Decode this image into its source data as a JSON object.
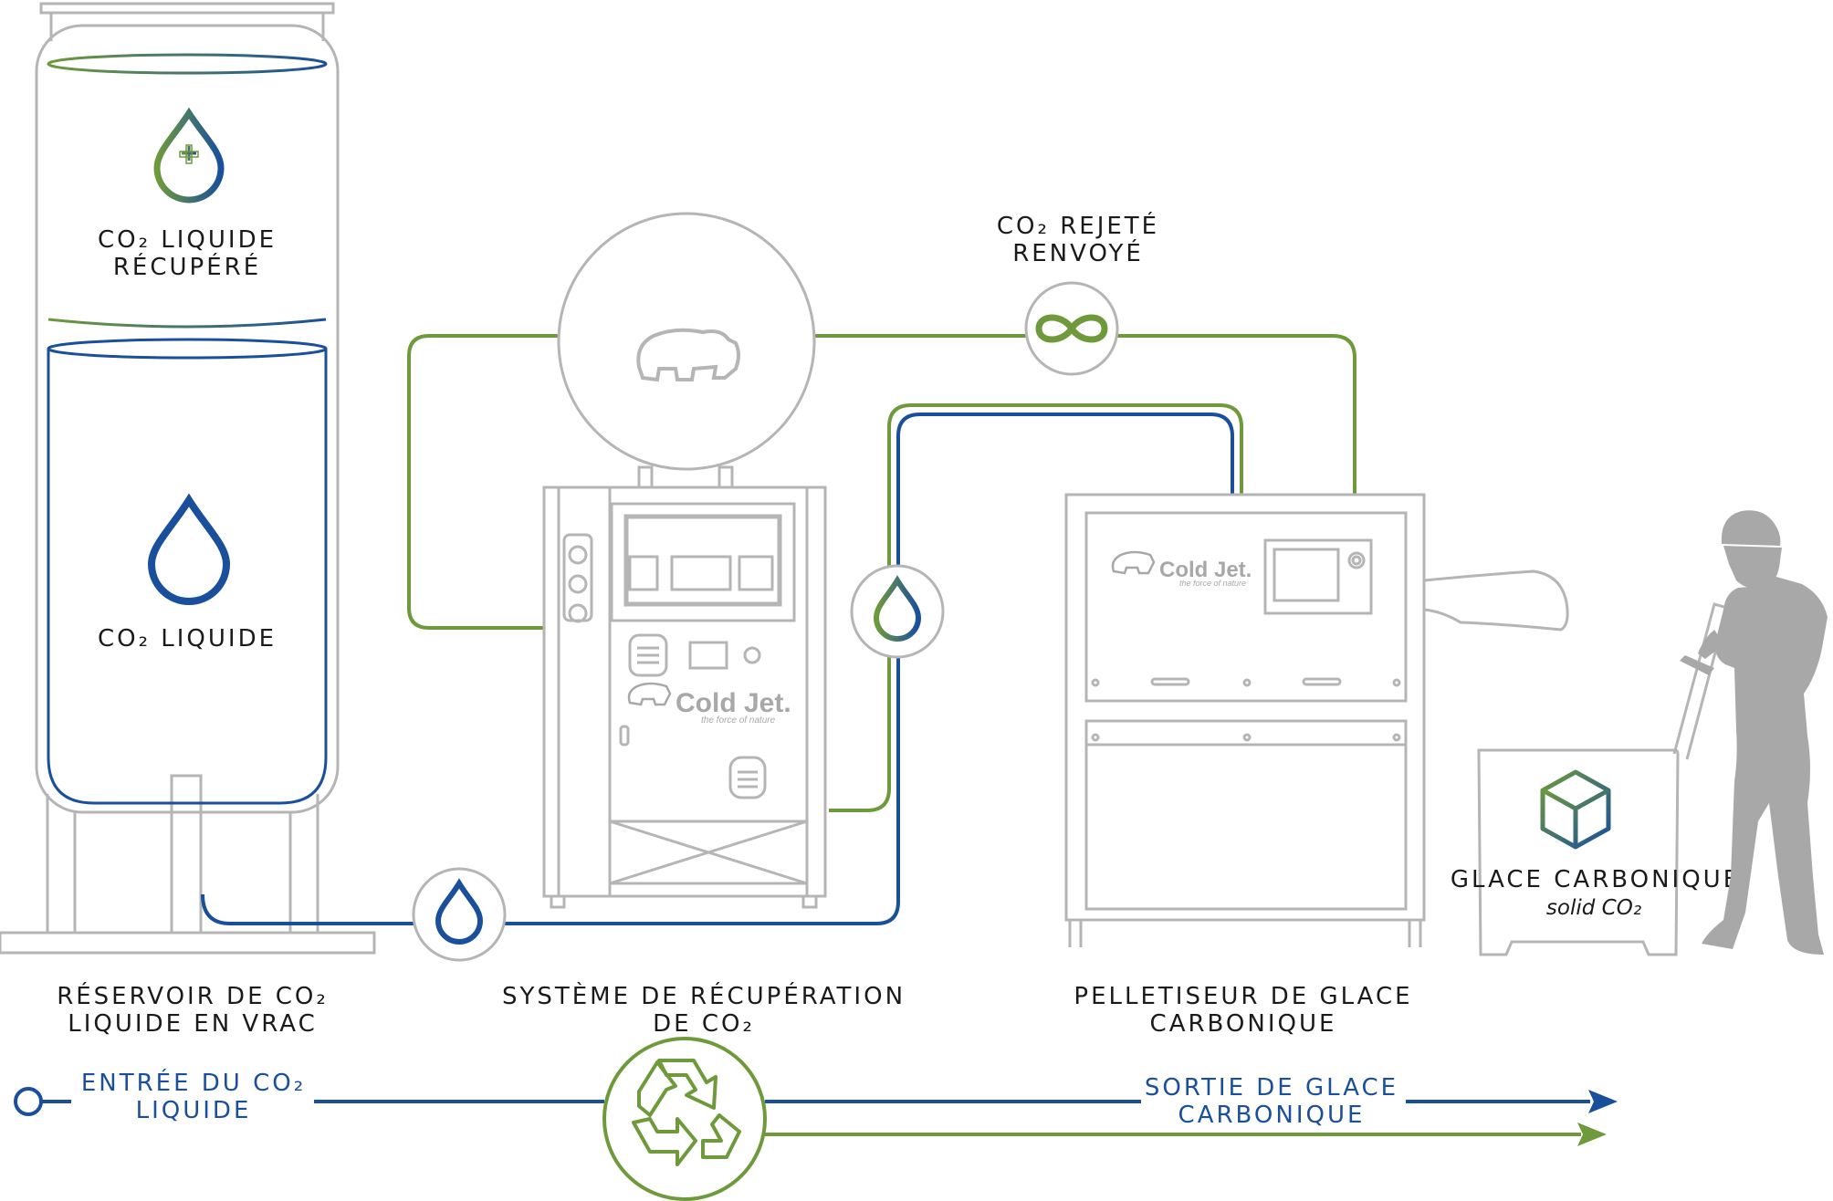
{
  "labels": {
    "recovered_liquid": [
      "CO₂ LIQUIDE",
      "RÉCUPÉRÉ"
    ],
    "liquid": "CO₂ LIQUIDE",
    "rejected_returned": [
      "CO₂ REJETÉ",
      "RENVOYÉ"
    ],
    "bulk_tank": [
      "RÉSERVOIR DE CO₂",
      "LIQUIDE EN VRAC"
    ],
    "recovery_system": [
      "SYSTÈME DE RÉCUPÉRATION",
      "DE CO₂"
    ],
    "pelletizer": [
      "PELLETISEUR DE GLACE",
      "CARBONIQUE"
    ],
    "dry_ice": "GLACE CARBONIQUE",
    "dry_ice_sub": "solid CO₂",
    "input": [
      "ENTRÉE DU CO₂",
      "LIQUIDE"
    ],
    "output": [
      "SORTIE  DE GLACE",
      "CARBONIQUE"
    ]
  },
  "brand": {
    "name": "Cold Jet.",
    "tagline": "the force of nature"
  },
  "colors": {
    "green": "#6e9a3c",
    "blue": "#1a4f9c",
    "gray": "#b5b5b5",
    "silhouette": "#a8a8a8"
  },
  "icons": [
    "drop-plus-icon",
    "drop-icon",
    "loop-icon",
    "recycle-icon",
    "cube-icon",
    "bear-logo-icon"
  ]
}
